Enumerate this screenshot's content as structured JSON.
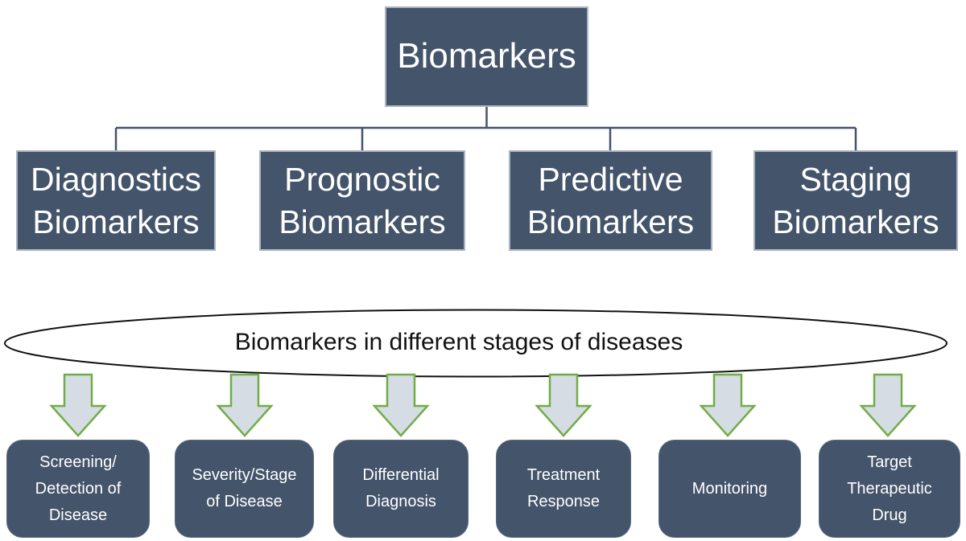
{
  "diagram_title": "Biomarkers",
  "colors": {
    "node_fill": "#44546a",
    "node_border": "#aab4c2",
    "node_text": "#ffffff",
    "connector": "#44546a",
    "arrow_fill": "#d6dce4",
    "arrow_border": "#70ad47",
    "ellipse_stroke": "#111111",
    "ellipse_fill": "#ffffff",
    "heading_text": "#111111"
  },
  "hierarchy": {
    "root": {
      "label": "Biomarkers"
    },
    "children": [
      {
        "label": "Diagnostics\nBiomarkers"
      },
      {
        "label": "Prognostic\nBiomarkers"
      },
      {
        "label": "Predictive\nBiomarkers"
      },
      {
        "label": "Staging\nBiomarkers"
      }
    ]
  },
  "stages": {
    "heading": "Biomarkers in different stages of diseases",
    "items": [
      {
        "label": "Screening/\nDetection of\nDisease"
      },
      {
        "label": "Severity/Stage\nof Disease"
      },
      {
        "label": "Differential\nDiagnosis"
      },
      {
        "label": "Treatment\nResponse"
      },
      {
        "label": "Monitoring"
      },
      {
        "label": "Target\nTherapeutic\nDrug"
      }
    ]
  }
}
